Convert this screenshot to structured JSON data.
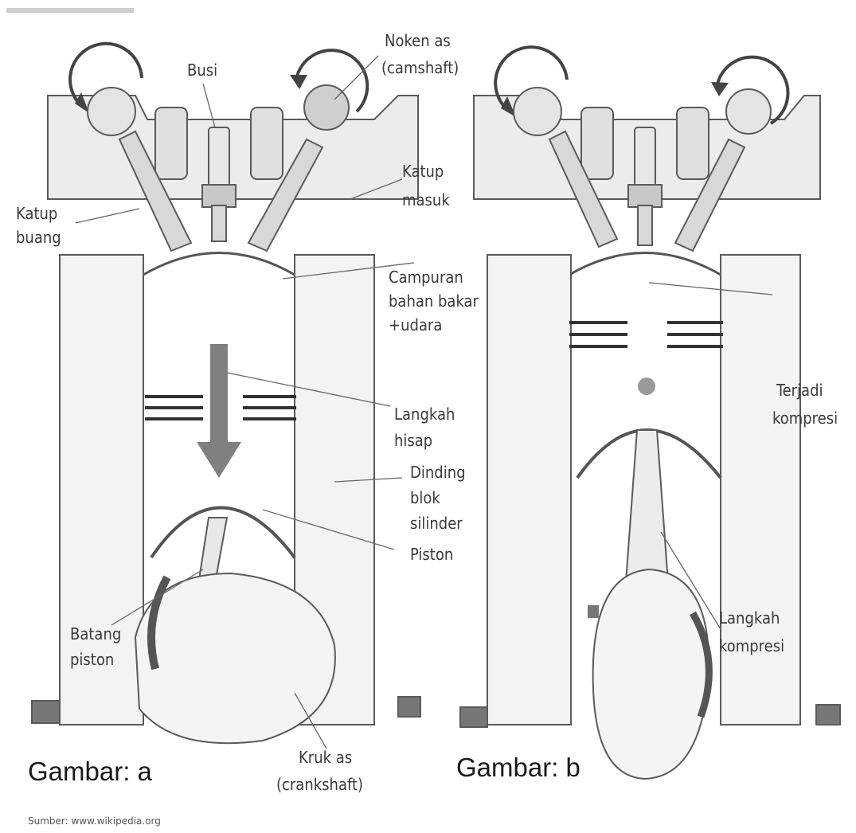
{
  "figure_a": {
    "caption": "Gambar: a",
    "labels": {
      "busi": "Busi",
      "noken_line1": "Noken as",
      "noken_line2": "(camshaft)",
      "katup_buang_line1": "Katup",
      "katup_buang_line2": "buang",
      "katup_masuk_line1": "Katup",
      "katup_masuk_line2": "masuk",
      "campuran_line1": "Campuran",
      "campuran_line2": "bahan bakar",
      "campuran_line3": "+udara",
      "langkah_line1": "Langkah",
      "langkah_line2": "hisap",
      "dinding_line1": "Dinding",
      "dinding_line2": "blok",
      "dinding_line3": "silinder",
      "piston": "Piston",
      "batang_line1": "Batang",
      "batang_line2": "piston",
      "kruk_line1": "Kruk as",
      "kruk_line2": "(crankshaft)"
    }
  },
  "figure_b": {
    "caption": "Gambar: b",
    "labels": {
      "terjadi_line1": "Terjadi",
      "terjadi_line2": "kompresi",
      "langkah_line1": "Langkah",
      "langkah_line2": "kompresi"
    }
  },
  "source": "Sumber: www.wikipedia.org",
  "colors": {
    "line": "#4a4a4a",
    "fill_light": "#ededed",
    "fill_mid": "#d6d6d6",
    "fill_dark": "#8a8a8a",
    "arrow": "#7a7a7a"
  }
}
